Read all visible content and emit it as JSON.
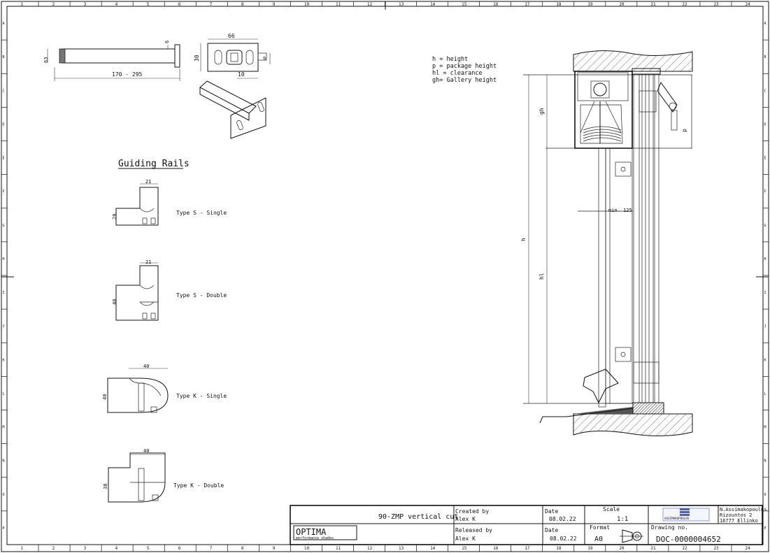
{
  "colors": {
    "line": "#111111",
    "title_block_logo_blue": "#4a5fc9",
    "sill": "#333333"
  },
  "border": {
    "column_numbers": [
      "1",
      "2",
      "3",
      "4",
      "5",
      "6",
      "7",
      "8",
      "9",
      "10",
      "11",
      "12",
      "13",
      "14",
      "15",
      "16",
      "17",
      "18",
      "19",
      "20",
      "21",
      "22",
      "23",
      "24"
    ],
    "row_letters": [
      "A",
      "B",
      "C",
      "D",
      "E",
      "F",
      "G",
      "H",
      "I",
      "J",
      "K",
      "L",
      "M",
      "N",
      "O",
      "P"
    ]
  },
  "legend": {
    "lines": [
      "h = height",
      "p = package height",
      "hl = clearance",
      "gh= Gallery height"
    ]
  },
  "bracket": {
    "dim_length": "170 - 295",
    "dim_width": "66",
    "dim_height": "30",
    "dim_slot": "10",
    "dim_thickness": "6",
    "dim_small": "9",
    "dim_side": "63"
  },
  "guiding_rails": {
    "title": "Guiding Rails",
    "items": [
      {
        "label": "Type S - Single",
        "dim_top": "21",
        "dim_side": "20"
      },
      {
        "label": "Type S - Double",
        "dim_top": "21",
        "dim_side": "40"
      },
      {
        "label": "Type K - Single",
        "dim_top": "40",
        "dim_side": "40"
      },
      {
        "label": "Type K - Double",
        "dim_top": "40",
        "dim_side": "38"
      }
    ]
  },
  "section": {
    "label_h": "h",
    "label_hl": "hl",
    "label_gh": "gh",
    "label_p": "p",
    "min_label": "min. 125"
  },
  "title_block": {
    "logo_main": "OPTIMA",
    "logo_sub": "performance shades",
    "drawing_title": "90-ZMP vertical cut",
    "created_by_label": "Created by",
    "created_by": "Alex K",
    "released_by_label": "Released by",
    "released_by": "Alex K",
    "date_label": "Date",
    "created_date": "08.02.22",
    "released_date": "08.02.22",
    "scale_label": "Scale",
    "scale": "1:1",
    "format_label": "Format",
    "format": "A0",
    "drawing_no_label": "Drawing no.",
    "drawing_no": "DOC-0000004652",
    "company_logo_text": "ASSIMAKOPOULOS",
    "address_lines": [
      "N.Assimakopoulos",
      "Rizountos 2",
      "16777 Ellinko"
    ]
  }
}
